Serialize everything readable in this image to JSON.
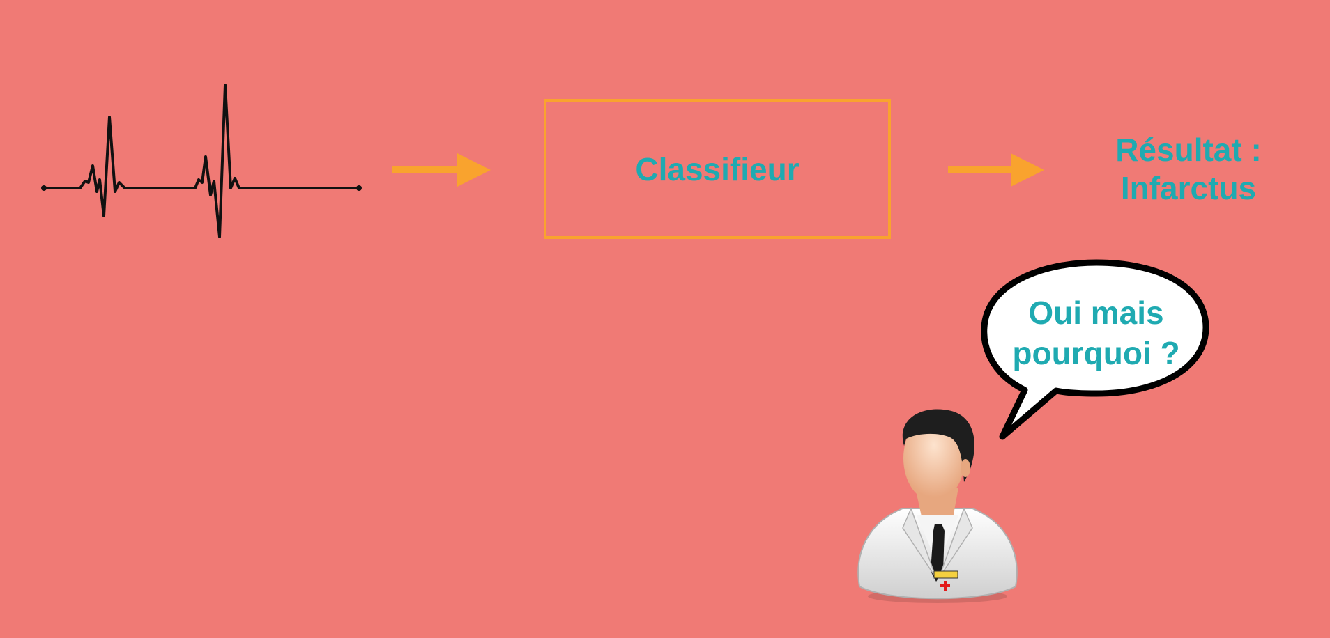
{
  "diagram": {
    "classifier_label": "Classifieur",
    "result_line1": "Résultat :",
    "result_line2": "Infarctus",
    "speech_line1": "Oui mais",
    "speech_line2": "pourquoi ?"
  },
  "colors": {
    "background": "#F07A75",
    "accent_orange": "#F9A32E",
    "text_teal": "#1FAAB1",
    "ecg_stroke": "#111111"
  },
  "icons": {
    "input_signal": "ecg-waveform-icon",
    "user": "doctor-icon",
    "flow": "arrow-right-icon"
  }
}
